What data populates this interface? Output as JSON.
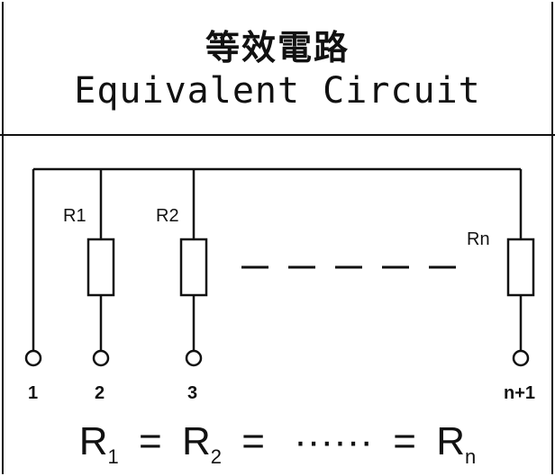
{
  "title": {
    "zh": "等效電路",
    "en": "Equivalent Circuit"
  },
  "resistors": [
    {
      "label": "R1"
    },
    {
      "label": "R2"
    },
    {
      "label": "Rn"
    }
  ],
  "terminals": [
    "1",
    "2",
    "3",
    "n+1"
  ],
  "equation": {
    "r": "R",
    "sub1": "1",
    "sub2": "2",
    "subn": "n",
    "eq": "=",
    "dots": "······"
  }
}
